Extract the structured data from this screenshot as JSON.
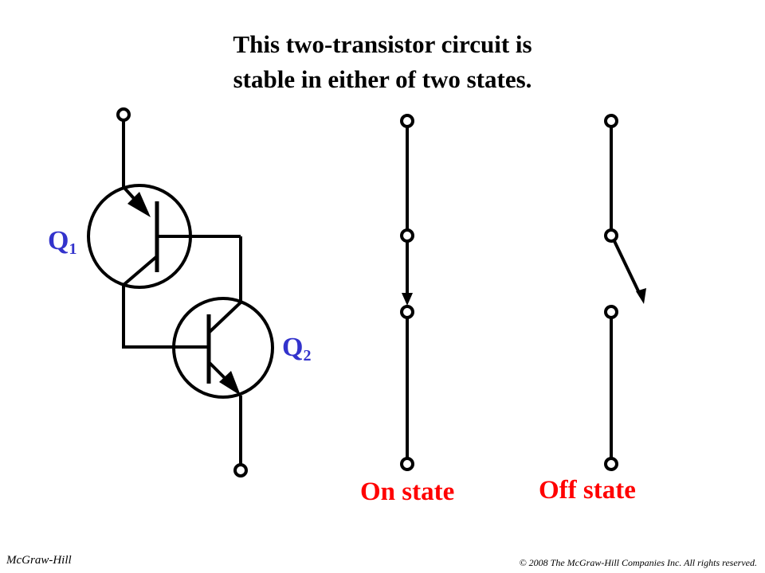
{
  "title": {
    "line1": "This two-transistor circuit is",
    "line2": "stable in either of two states."
  },
  "transistors": {
    "q1": {
      "letter": "Q",
      "sub": "1"
    },
    "q2": {
      "letter": "Q",
      "sub": "2"
    }
  },
  "states": {
    "on": "On state",
    "off": "Off state"
  },
  "footer": {
    "publisher": "McGraw-Hill",
    "copyright": "© 2008 The McGraw-Hill Companies Inc. All rights reserved."
  },
  "colors": {
    "label_blue": "#3333cc",
    "state_red": "#ff0000",
    "line": "#000000"
  }
}
